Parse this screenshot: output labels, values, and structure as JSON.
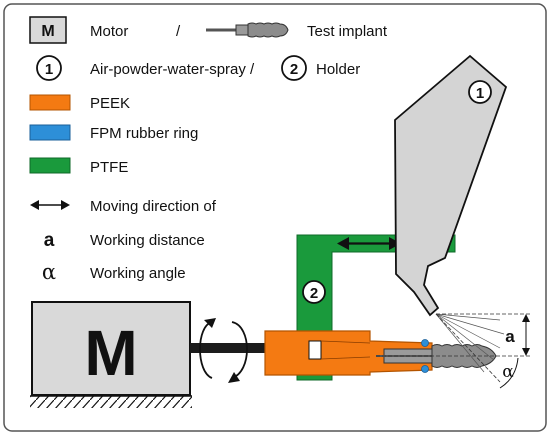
{
  "legend": {
    "motor_symbol": "M",
    "motor": "Motor",
    "separator1": "/",
    "test_implant": "Test implant",
    "spray_num": "1",
    "spray": "Air-powder-water-spray /",
    "holder_num": "2",
    "holder": "Holder",
    "peek": "PEEK",
    "fpm": "FPM rubber ring",
    "ptfe": "PTFE",
    "moving": "Moving direction of",
    "distance_symbol": "a",
    "distance": "Working distance",
    "angle_symbol": "α",
    "angle": "Working angle"
  },
  "diagram": {
    "motor_label": "M",
    "nozzle_num": "1",
    "holder_num": "2",
    "distance_mark": "a",
    "angle_mark": "α"
  },
  "colors": {
    "peek": "#f47a12",
    "fpm": "#2d8fd8",
    "ptfe": "#1a9a3c",
    "motor": "#d9d9d9",
    "nozzle": "#d4d4d4",
    "outline": "#111111"
  }
}
